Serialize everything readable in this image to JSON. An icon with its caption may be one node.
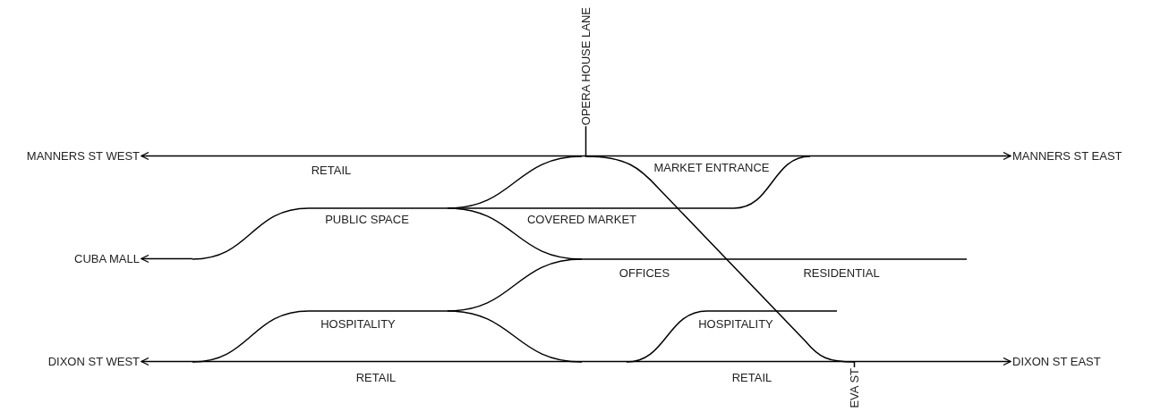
{
  "diagram": {
    "nodes": [
      {
        "text": [
          "OPERA HOUSE LANE"
        ]
      },
      {
        "text": [
          "MANNERS ST WEST"
        ]
      },
      {
        "text": [
          "MANNERS ST EAST"
        ]
      },
      {
        "text": [
          "CUBA MALL"
        ]
      },
      {
        "text": [
          "DIXON ST WEST"
        ]
      },
      {
        "text": [
          "DIXON ST EAST"
        ]
      },
      {
        "text": [
          "EVA ST"
        ]
      }
    ],
    "edges": [
      {
        "from": 1,
        "to": 2,
        "arrow": "both"
      },
      {
        "from": null,
        "to": 3,
        "arrow": "to"
      },
      {
        "from": 4,
        "to": 5,
        "arrow": "both"
      },
      {
        "from": 0,
        "to": 6,
        "arrow": "none"
      }
    ],
    "labels": [
      "RETAIL",
      "MARKET ENTRANCE",
      "PUBLIC SPACE",
      "COVERED MARKET",
      "OFFICES",
      "RESIDENTIAL",
      "HOSPITALITY",
      "HOSPITALITY",
      "RETAIL",
      "RETAIL"
    ]
  }
}
